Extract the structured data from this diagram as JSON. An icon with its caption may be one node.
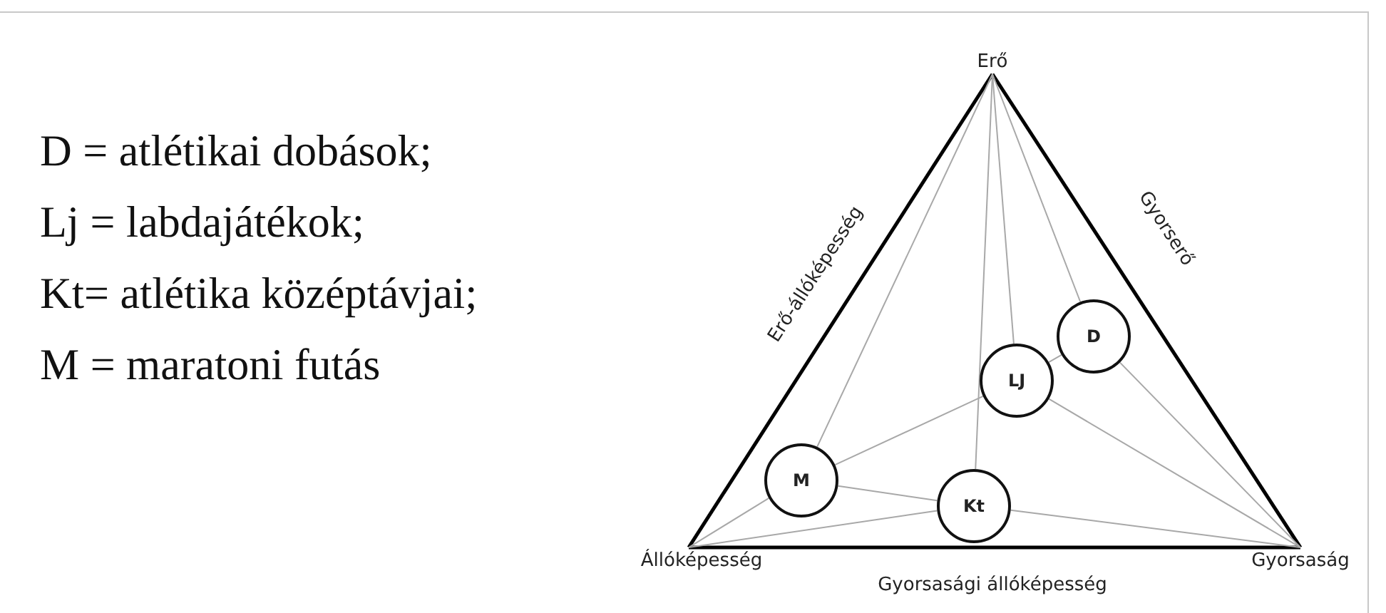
{
  "diagram": {
    "nodes": [
      {
        "text": [
          "Erő"
        ]
      },
      {
        "text": [
          "Állóképesség"
        ]
      },
      {
        "text": [
          "Gyorsaság"
        ]
      },
      {
        "text": [
          "D"
        ]
      },
      {
        "text": [
          "LJ"
        ]
      },
      {
        "text": [
          "M"
        ]
      },
      {
        "text": [
          "Kt"
        ]
      }
    ],
    "edges": [
      {
        "from": 0,
        "to": 1,
        "arrow": "none",
        "label": "Erő-állóképesség",
        "style": "thick",
        "color": "#000000"
      },
      {
        "from": 0,
        "to": 2,
        "arrow": "none",
        "label": "Gyorserő",
        "style": "thick",
        "color": "#000000"
      },
      {
        "from": 1,
        "to": 2,
        "arrow": "none",
        "label": "Gyorsasági állóképesség",
        "style": "thick",
        "color": "#000000"
      },
      {
        "from": 0,
        "to": 3,
        "arrow": "none"
      },
      {
        "from": 0,
        "to": 4,
        "arrow": "none"
      },
      {
        "from": 0,
        "to": 5,
        "arrow": "none"
      },
      {
        "from": 0,
        "to": 6,
        "arrow": "none"
      },
      {
        "from": 1,
        "to": 5,
        "arrow": "none"
      },
      {
        "from": 1,
        "to": 6,
        "arrow": "none"
      },
      {
        "from": 5,
        "to": 4,
        "arrow": "none"
      },
      {
        "from": 5,
        "to": 6,
        "arrow": "none"
      },
      {
        "from": 4,
        "to": 3,
        "arrow": "none"
      },
      {
        "from": 4,
        "to": 2,
        "arrow": "none"
      },
      {
        "from": 3,
        "to": 2,
        "arrow": "none"
      },
      {
        "from": 6,
        "to": 2,
        "arrow": "none"
      }
    ],
    "labels": [
      "D = atlétikai dobások;",
      "Lj = labdajátékok;",
      "Kt= atlétika középtávjai;",
      "M = maratoni futás"
    ]
  }
}
